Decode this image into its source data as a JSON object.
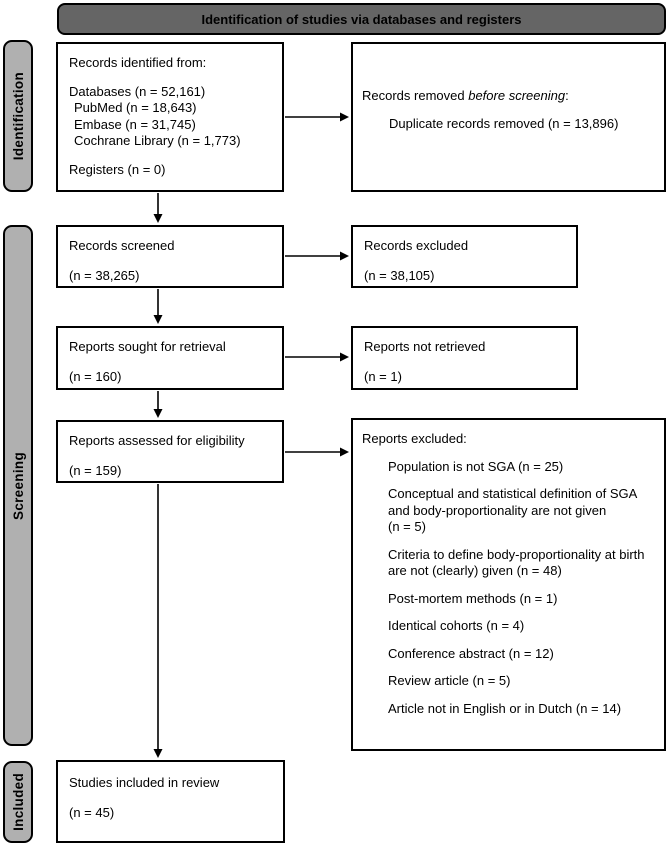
{
  "banner": {
    "title": "Identification of studies via databases and registers"
  },
  "colors": {
    "banner_fill": "#656565",
    "stage_fill": "#b0b0b0",
    "border": "#000000",
    "box_fill": "#ffffff"
  },
  "stages": {
    "identification": "Identification",
    "screening": "Screening",
    "included": "Included"
  },
  "boxes": {
    "records_identified": {
      "title": "Records identified from:",
      "databases": "Databases (n = 52,161)",
      "sources": [
        "PubMed (n = 18,643)",
        "Embase (n = 31,745)",
        "Cochrane Library (n = 1,773)"
      ],
      "registers": "Registers (n = 0)"
    },
    "records_removed": {
      "prefix": "Records removed ",
      "italic": "before screening",
      "suffix": ":",
      "detail": "Duplicate records removed (n = 13,896)"
    },
    "records_screened": {
      "line1": "Records screened",
      "line2": "(n = 38,265)"
    },
    "records_excluded": {
      "line1": "Records excluded",
      "line2": "(n = 38,105)"
    },
    "reports_sought": {
      "line1": "Reports sought for retrieval",
      "line2": "(n = 160)"
    },
    "reports_not_retrieved": {
      "line1": "Reports not retrieved",
      "line2": "(n = 1)"
    },
    "reports_assessed": {
      "line1": "Reports assessed for eligibility",
      "line2": "(n = 159)"
    },
    "reports_excluded": {
      "title": "Reports excluded:",
      "items": [
        "Population is not SGA (n = 25)",
        "Conceptual and statistical definition of SGA\nand body-proportionality are not given\n(n = 5)",
        "Criteria to define body-proportionality at birth\nare not (clearly) given (n = 48)",
        "Post-mortem methods (n = 1)",
        "Identical cohorts (n = 4)",
        "Conference abstract (n = 12)",
        "Review article (n = 5)",
        "Article not in English or in Dutch (n = 14)"
      ]
    },
    "studies_included": {
      "line1": "Studies included in review",
      "line2": "(n = 45)"
    }
  }
}
